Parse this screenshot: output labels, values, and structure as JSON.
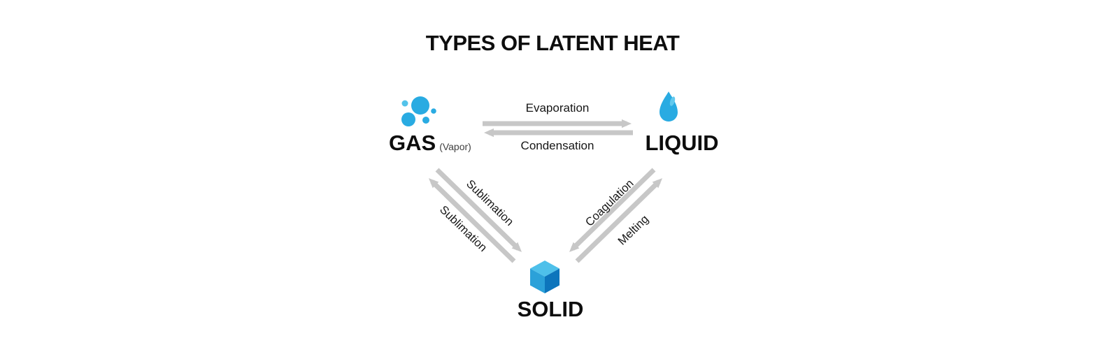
{
  "title": "TYPES OF LATENT HEAT",
  "states": {
    "gas": {
      "label": "GAS",
      "sublabel": "(Vapor)",
      "icon": "gas-bubbles-icon"
    },
    "liquid": {
      "label": "LIQUID",
      "icon": "water-drop-icon"
    },
    "solid": {
      "label": "SOLID",
      "icon": "cube-icon"
    }
  },
  "transitions": {
    "evaporation": {
      "label": "Evaporation",
      "from": "GAS",
      "to": "LIQUID"
    },
    "condensation": {
      "label": "Condensation",
      "from": "LIQUID",
      "to": "GAS"
    },
    "sublimation_gas_to_solid": {
      "label": "Sublimation",
      "from": "GAS",
      "to": "SOLID"
    },
    "sublimation_solid_to_gas": {
      "label": "Sublimation",
      "from": "SOLID",
      "to": "GAS"
    },
    "coagulation": {
      "label": "Coagulation",
      "from": "LIQUID",
      "to": "SOLID"
    },
    "melting": {
      "label": "Melting",
      "from": "SOLID",
      "to": "LIQUID"
    }
  },
  "colors": {
    "accent_blue": "#29abe2",
    "light_blue": "#53c3ea",
    "drop_highlight": "#62c9ee",
    "cube_top": "#4ec0ea",
    "cube_left": "#2ba1d9",
    "cube_right": "#0d75bc",
    "arrow_gray": "#c7c7c7",
    "text_black": "#0d0d0d",
    "sublabel_gray": "#3f3f3f"
  }
}
